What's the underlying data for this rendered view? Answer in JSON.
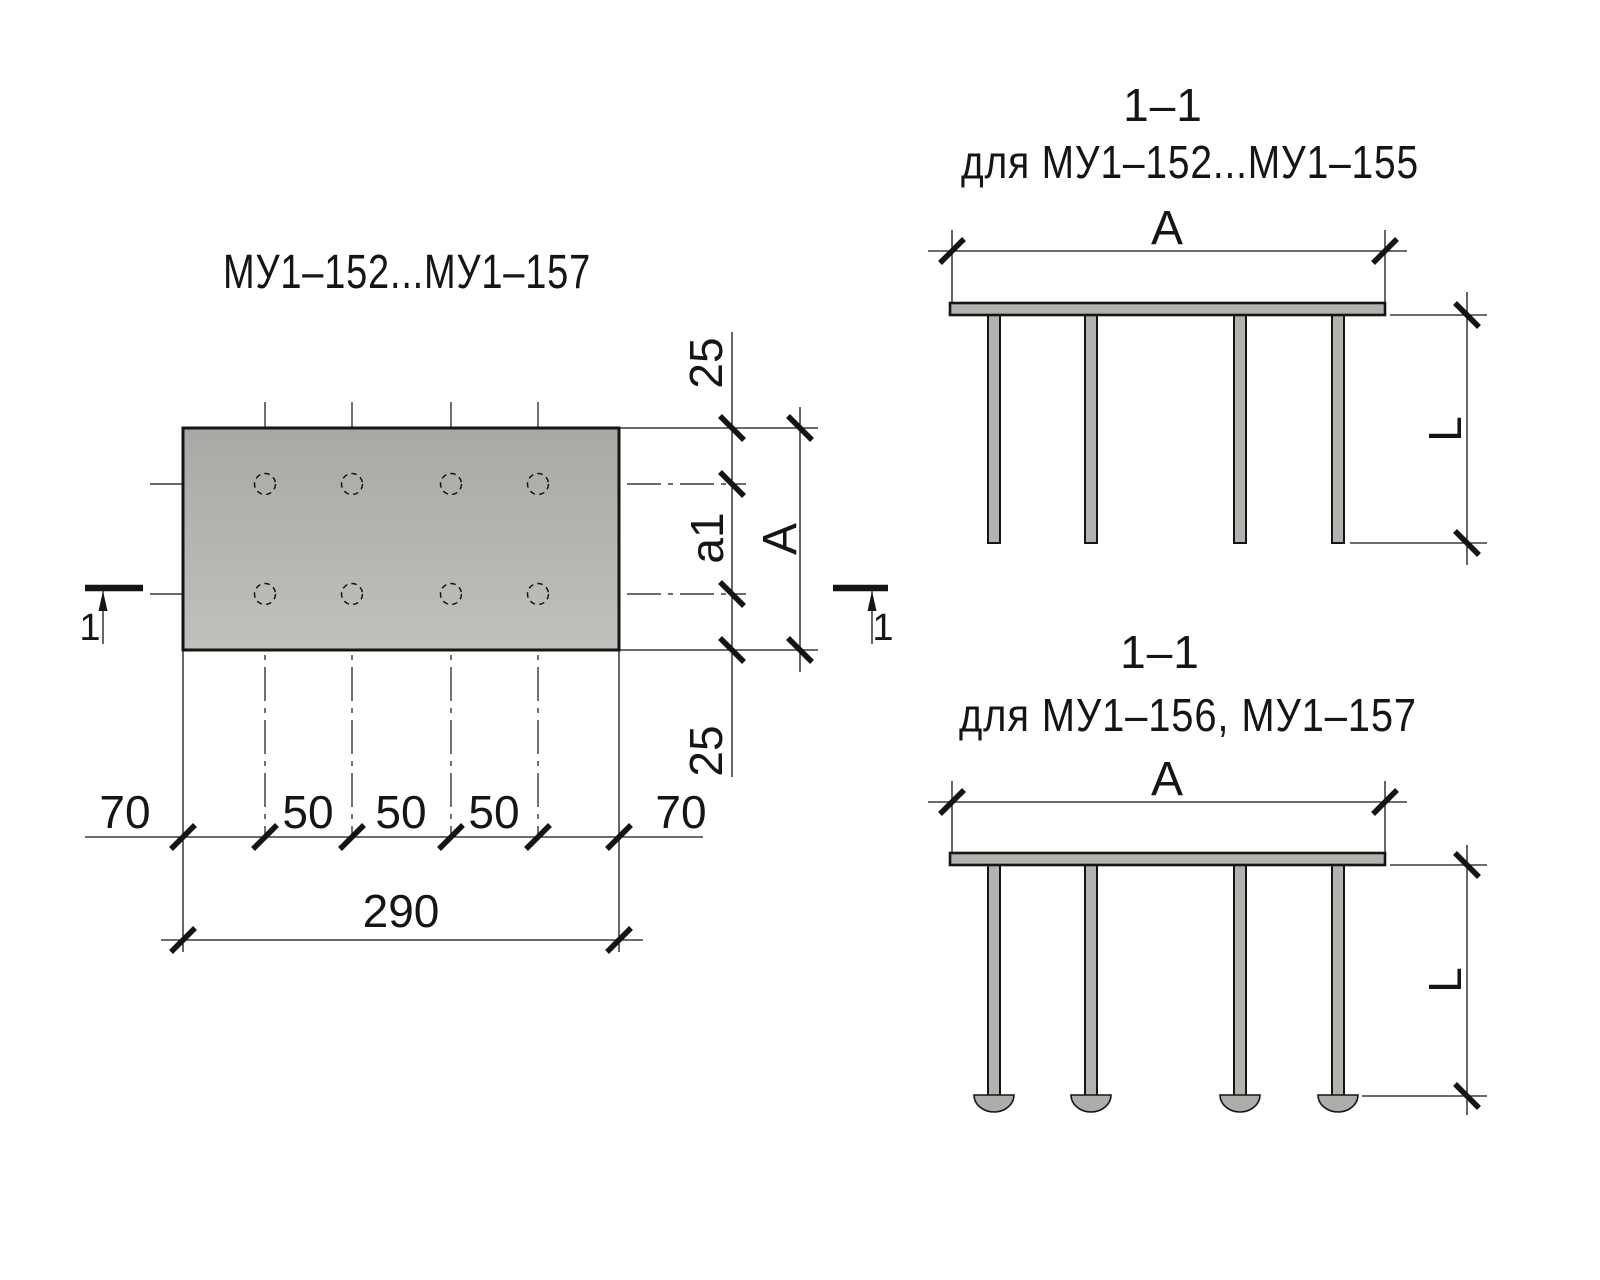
{
  "colors": {
    "background": "#ffffff",
    "line": "#151515",
    "metal": "#b3b2ae",
    "metal_dark": "#aeada9",
    "plate_grad_top": "#a9a8a4",
    "plate_grad_bottom": "#c1c0bc"
  },
  "plan": {
    "title": "МУ1–152...МУ1–157",
    "section_mark": "1",
    "dims": {
      "segments": [
        "70",
        "50",
        "50",
        "50",
        "70"
      ],
      "overall_width": "290",
      "edge_top": "25",
      "row_spacing": "a1",
      "edge_bottom": "25",
      "overall_height": "A"
    }
  },
  "section_top": {
    "title_line1": "1–1",
    "title_line2": "для МУ1–152...МУ1–155",
    "width_label": "A",
    "length_label": "L"
  },
  "section_bottom": {
    "title_line1": "1–1",
    "title_line2": "для МУ1–156, МУ1–157",
    "width_label": "A",
    "length_label": "L"
  }
}
